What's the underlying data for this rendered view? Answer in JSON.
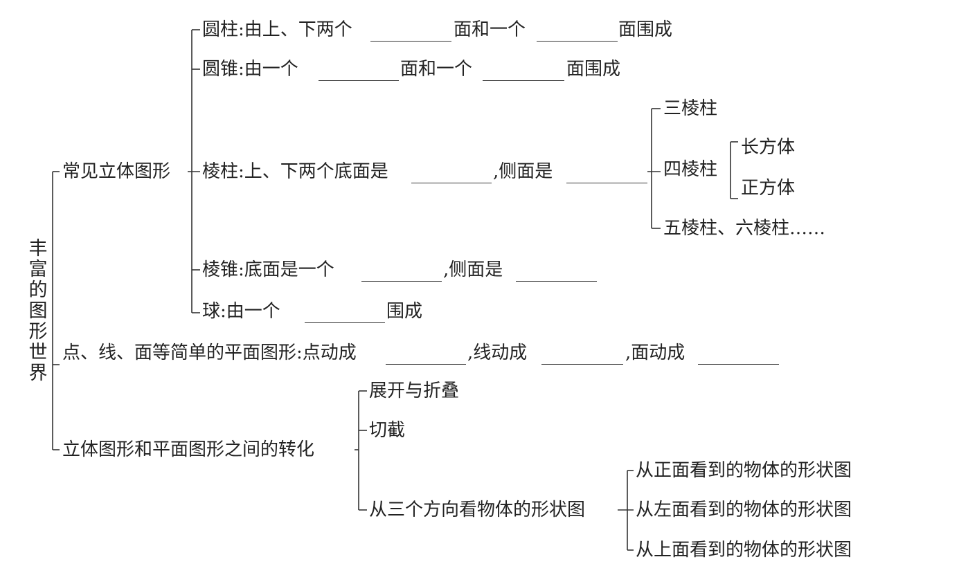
{
  "root": {
    "chars": [
      "丰",
      "富",
      "的",
      "图",
      "形",
      "世",
      "界"
    ]
  },
  "solids": {
    "label": "常见立体图形",
    "cylinder": {
      "a": "圆柱:由上、下两个",
      "b": "面和一个",
      "c": "面围成"
    },
    "cone": {
      "a": "圆锥:由一个",
      "b": "面和一个",
      "c": "面围成"
    },
    "prism": {
      "a": "棱柱:上、下两个底面是",
      "b": ",侧面是",
      "kinds": {
        "tri": "三棱柱",
        "quad": "四棱柱",
        "cuboid": "长方体",
        "cube": "正方体",
        "more": "五棱柱、六棱柱……"
      }
    },
    "pyramid": {
      "a": "棱锥:底面是一个",
      "b": ",侧面是"
    },
    "sphere": {
      "a": "球:由一个",
      "b": "围成"
    }
  },
  "plane": {
    "a": "点、线、面等简单的平面图形:点动成",
    "b": ",线动成",
    "c": ",面动成"
  },
  "transform": {
    "label": "立体图形和平面图形之间的转化",
    "unfold": "展开与折叠",
    "cut": "切截",
    "views": "从三个方向看物体的形状图",
    "front": "从正面看到的物体的形状图",
    "left": "从左面看到的物体的形状图",
    "top": "从上面看到的物体的形状图"
  }
}
